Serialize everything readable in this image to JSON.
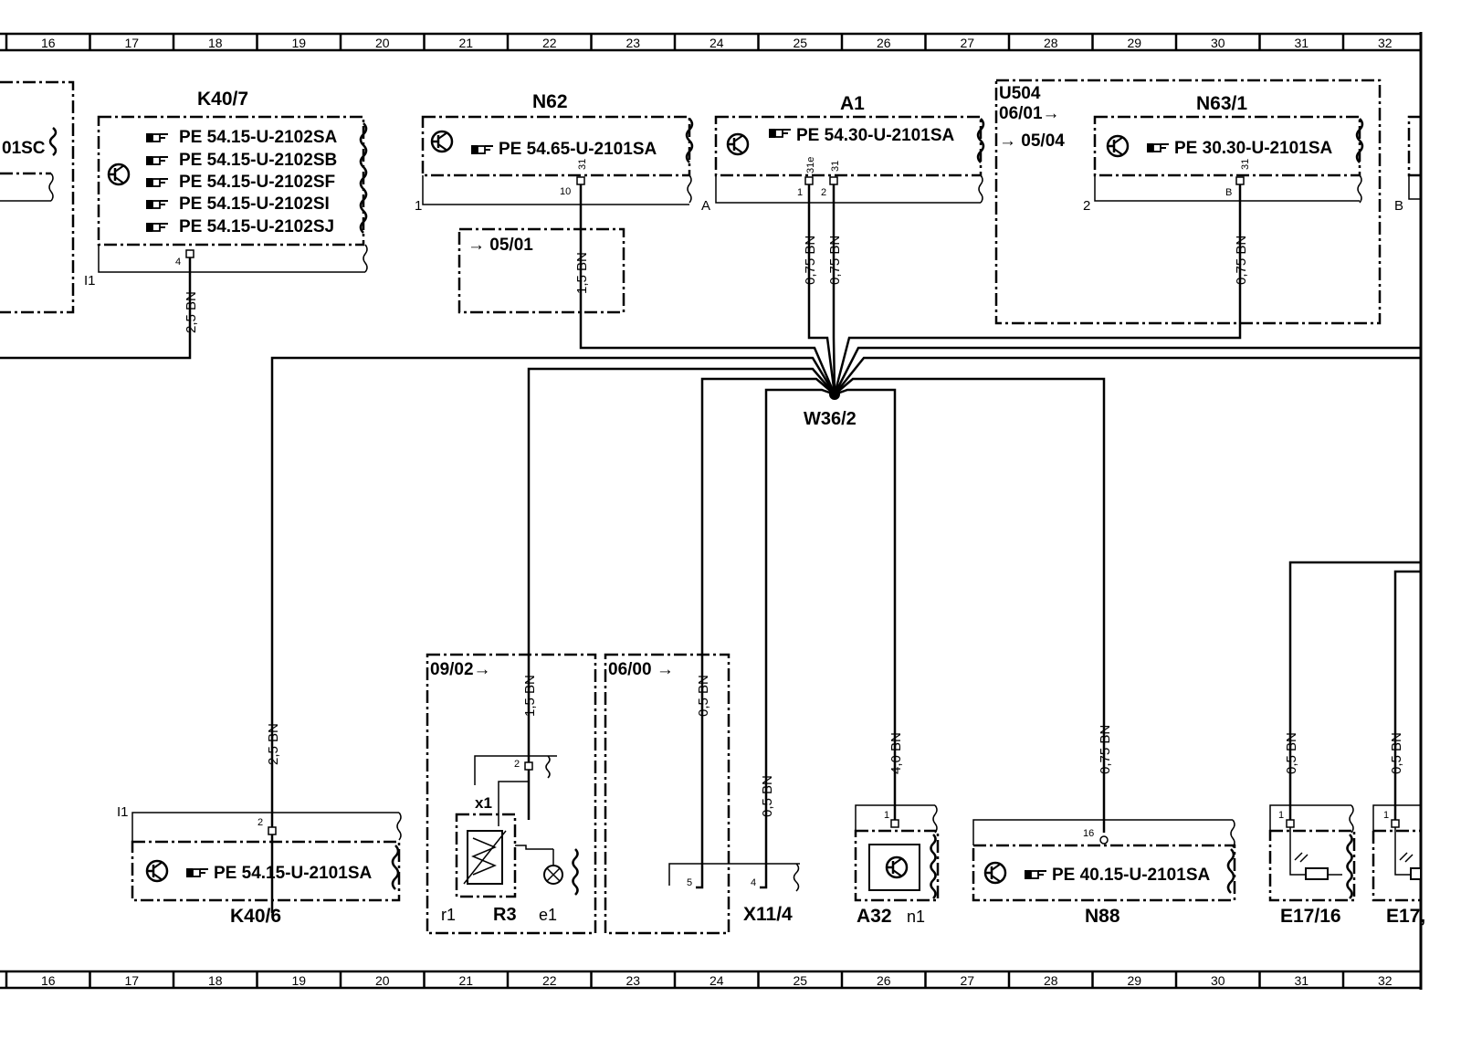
{
  "grid_numbers": [
    "16",
    "17",
    "18",
    "19",
    "20",
    "21",
    "22",
    "23",
    "24",
    "25",
    "26",
    "27",
    "28",
    "29",
    "30",
    "31",
    "32"
  ],
  "components": {
    "k40_7": {
      "name": "K40/7",
      "refs": [
        "PE  54.15-U-2102SA",
        "PE  54.15-U-2102SB",
        "PE  54.15-U-2102SF",
        "PE  54.15-U-2102SI",
        "PE  54.15-U-2102SJ"
      ],
      "pin": "4",
      "conn": "I1"
    },
    "left_partial": {
      "ref": "01SC"
    },
    "n62": {
      "name": "N62",
      "ref": "PE  54.65-U-2101SA",
      "pin": "10",
      "pin_label": "31",
      "conn": "1"
    },
    "a1": {
      "name": "A1",
      "ref": "PE  54.30-U-2101SA",
      "pin1": "1",
      "pin2": "2",
      "pin1_label": "31e",
      "pin2_label": "31",
      "conn": "A"
    },
    "n63_1": {
      "name": "N63/1",
      "ref": "PE  30.30-U-2101SA",
      "pin": "B",
      "pin_label": "31",
      "conn": "2",
      "conn_b": "B"
    },
    "u504": {
      "name": "U504",
      "from": "06/01→",
      "to": "→ 05/04"
    },
    "n62_box": {
      "to": "→ 05/01"
    },
    "k40_6": {
      "name": "K40/6",
      "ref": "PE  54.15-U-2101SA",
      "pin": "2",
      "conn": "I1"
    },
    "r3": {
      "date": "09/02→",
      "pin": "2",
      "x1": "x1",
      "r1": "r1",
      "r3": "R3",
      "e1": "e1"
    },
    "x11_4": {
      "date": "06/00 →",
      "name": "X11/4",
      "pin5": "5",
      "pin4": "4"
    },
    "a32": {
      "name": "A32",
      "sub": "n1",
      "pin": "1"
    },
    "n88": {
      "name": "N88",
      "ref": "PE  40.15-U-2101SA",
      "pin": "16"
    },
    "e17_16": {
      "name": "E17/16",
      "pin": "1"
    },
    "e17_x": {
      "name": "E17,",
      "pin": "1"
    },
    "w36_2": {
      "name": "W36/2"
    }
  },
  "wires": {
    "k40_7": "2,5 BN",
    "n62": "1,5 BN",
    "a1_1": "0,75 BN",
    "a1_2": "0,75 BN",
    "n63_1": "0,75 BN",
    "k40_6": "2,5 BN",
    "r3": "1,5 BN",
    "x11a": "0,5 BN",
    "x11b": "0,5 BN",
    "a32": "4,0 BN",
    "n88": "0,75 BN",
    "e17_16": "0,5 BN",
    "e17_x": "0,5 BN"
  },
  "icons": {
    "pointer": "pointing-hand-icon",
    "transistor": "transistor-icon"
  }
}
